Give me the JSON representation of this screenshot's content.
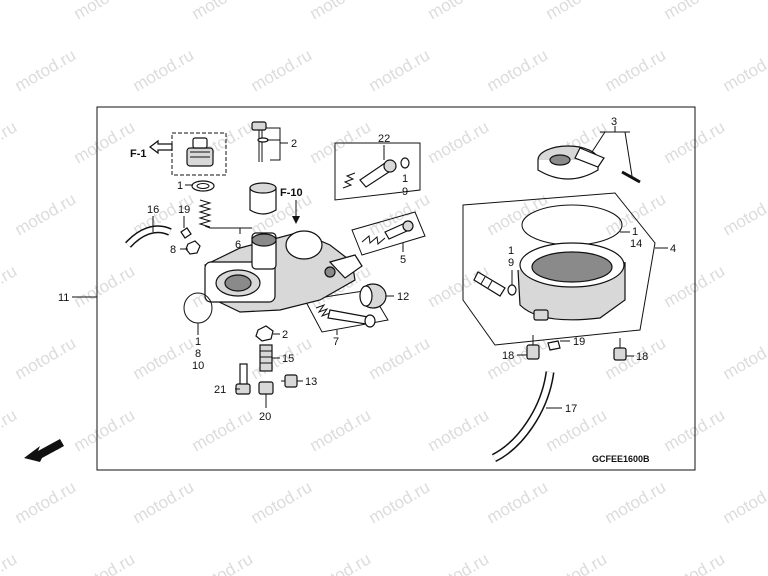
{
  "diagram": {
    "watermark_text": "motod.ru",
    "drawing_code": "GCFEE1600B",
    "front_label": "FR.",
    "refs": {
      "f1": "F-1",
      "f10": "F-10"
    },
    "callouts": {
      "c1_top": "1",
      "c2_top": "2",
      "c3": "3",
      "c22": "22",
      "c1_g22": "1",
      "c9_g22": "9",
      "c16": "16",
      "c19_left": "19",
      "c6": "6",
      "c8_left": "8",
      "c5": "5",
      "c11": "11",
      "c12": "12",
      "c7": "7",
      "c1_bot": "1",
      "c8_bot": "8",
      "c10": "10",
      "c2_bot": "2",
      "c15": "15",
      "c21": "21",
      "c13": "13",
      "c20": "20",
      "c1_right": "1",
      "c14": "14",
      "c4": "4",
      "c1_bowl": "1",
      "c9_bowl": "9",
      "c18_left": "18",
      "c19_right": "19",
      "c18_right": "18",
      "c17": "17"
    }
  }
}
